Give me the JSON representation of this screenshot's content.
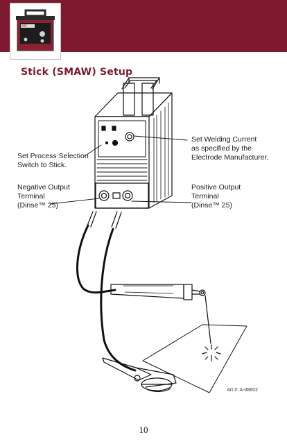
{
  "header": {
    "thumbnail_brand": "ARC"
  },
  "section": {
    "title": "Stick (SMAW) Setup"
  },
  "callouts": {
    "process_switch": [
      "Set Process Selection",
      "Switch to Stick."
    ],
    "welding_current": [
      "Set Welding Current",
      "as specified by the",
      "Electrode Manufacturer."
    ],
    "negative_terminal": [
      "Negative Output",
      "Terminal",
      "(Dinse™ 25)"
    ],
    "positive_terminal": [
      "Positive Output",
      "Terminal",
      "(Dinse™ 25)"
    ]
  },
  "art_number": "Art #: A-08602",
  "page_number": "10",
  "colors": {
    "banner": "#7d1a30",
    "title": "#7d1a30"
  }
}
